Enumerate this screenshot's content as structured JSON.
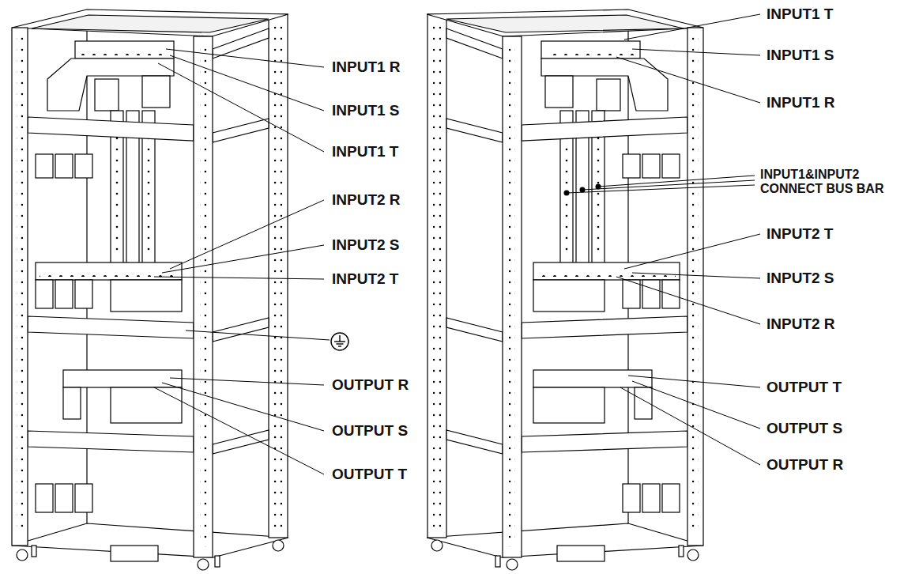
{
  "diagram": {
    "labels": [
      "INPUT1 R",
      "INPUT1 S",
      "INPUT1 T",
      "INPUT2 R",
      "INPUT2 S",
      "INPUT2 T",
      "OUTPUT R",
      "OUTPUT S",
      "OUTPUT T",
      "INPUT1 T",
      "INPUT1 S",
      "INPUT1 R",
      "INPUT1&INPUT2 CONNECT BUS BAR",
      "INPUT2 T",
      "INPUT2 S",
      "INPUT2 R",
      "OUTPUT T",
      "OUTPUT S",
      "OUTPUT R"
    ]
  }
}
